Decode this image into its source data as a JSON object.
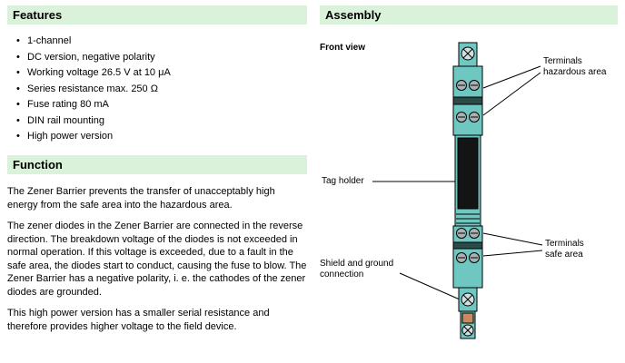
{
  "features": {
    "title": "Features",
    "items": [
      "1-channel",
      "DC version, negative polarity",
      "Working voltage 26.5 V at 10 μA",
      "Series resistance max. 250 Ω",
      "Fuse rating 80 mA",
      "DIN rail mounting",
      "High power version"
    ]
  },
  "function": {
    "title": "Function",
    "paragraphs": [
      "The Zener Barrier prevents the transfer of unacceptably high energy from the safe area into the hazardous area.",
      "The zener diodes in the Zener Barrier are connected in the reverse direction. The breakdown voltage of the diodes is not exceeded in normal operation. If this voltage is exceeded, due to a fault in the safe area, the diodes start to conduct, causing the fuse to blow. The Zener Barrier has a negative polarity, i. e. the cathodes of the zener diodes are grounded.",
      "This high power version has a smaller serial resistance and therefore provides higher voltage to the field device."
    ]
  },
  "assembly": {
    "title": "Assembly",
    "front_view_label": "Front view",
    "labels": {
      "terminals_hazardous": "Terminals\nhazardous area",
      "tag_holder": "Tag holder",
      "terminals_safe": "Terminals\nsafe area",
      "shield_ground": "Shield and ground\nconnection"
    }
  },
  "colors": {
    "section_header_bg": "#d9f2d9",
    "device_teal": "#6fc7c2",
    "device_dark": "#141414",
    "device_orange": "#c98a5e"
  }
}
